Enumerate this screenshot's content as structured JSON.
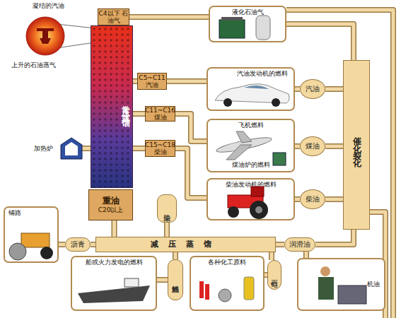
{
  "diagram": {
    "nodes": [
      {
        "text": [
          "C4以下 石油气"
        ]
      },
      {
        "text": [
          "常压蒸馏"
        ]
      },
      {
        "text": [
          "C5~C11 汽油"
        ]
      },
      {
        "text": [
          "C11~C16 煤油"
        ]
      },
      {
        "text": [
          "C15~C18 柴油"
        ]
      },
      {
        "text": [
          "加热炉"
        ]
      },
      {
        "text": [
          "重油",
          "C20以上"
        ]
      },
      {
        "text": [
          "液化石油气"
        ]
      },
      {
        "text": [
          "汽油发动机的燃料"
        ]
      },
      {
        "text": [
          "飞机燃料",
          "煤油炉的燃料"
        ]
      },
      {
        "text": [
          "柴油发动机的燃料"
        ]
      },
      {
        "text": [
          "汽油"
        ]
      },
      {
        "text": [
          "煤油"
        ]
      },
      {
        "text": [
          "柴油"
        ]
      },
      {
        "text": [
          "催化裂化"
        ]
      },
      {
        "text": [
          "柴油"
        ]
      },
      {
        "text": [
          "铺路"
        ]
      },
      {
        "text": [
          "沥青"
        ]
      },
      {
        "text": [
          "减压蒸馏"
        ]
      },
      {
        "text": [
          "润滑油"
        ]
      },
      {
        "text": [
          "船或火力发电的燃料"
        ]
      },
      {
        "text": [
          "燃料油"
        ]
      },
      {
        "text": [
          "各种化工原料"
        ]
      },
      {
        "text": [
          "石蜡"
        ]
      },
      {
        "text": [
          "机油"
        ]
      }
    ],
    "edges": [
      {
        "from": 0,
        "to": 7,
        "arrow": "none"
      },
      {
        "from": 2,
        "to": 8,
        "arrow": "none"
      },
      {
        "from": 3,
        "to": 9,
        "arrow": "none"
      },
      {
        "from": 4,
        "to": 10,
        "arrow": "none"
      },
      {
        "from": 7,
        "to": 14,
        "arrow": "none"
      },
      {
        "from": 8,
        "to": 11,
        "arrow": "none"
      },
      {
        "from": 11,
        "to": 14,
        "arrow": "none"
      },
      {
        "from": 9,
        "to": 12,
        "arrow": "none"
      },
      {
        "from": 12,
        "to": 14,
        "arrow": "none"
      },
      {
        "from": 10,
        "to": 13,
        "arrow": "none"
      },
      {
        "from": 13,
        "to": 14,
        "arrow": "none"
      },
      {
        "from": 1,
        "to": 5,
        "arrow": "none"
      },
      {
        "from": 6,
        "to": 18,
        "arrow": "none"
      },
      {
        "from": 18,
        "to": 15,
        "arrow": "none"
      },
      {
        "from": 18,
        "to": 17,
        "arrow": "none"
      },
      {
        "from": 17,
        "to": 16,
        "arrow": "none"
      },
      {
        "from": 18,
        "to": 19,
        "arrow": "none"
      },
      {
        "from": 19,
        "to": 24,
        "arrow": "none"
      },
      {
        "from": 18,
        "to": 21,
        "arrow": "none"
      },
      {
        "from": 21,
        "to": 20,
        "arrow": "none"
      },
      {
        "from": 18,
        "to": 23,
        "arrow": "none"
      },
      {
        "from": 23,
        "to": 22,
        "arrow": "none"
      },
      {
        "from": 14,
        "to": 19,
        "arrow": "none"
      },
      {
        "from": 1,
        "to": 2,
        "arrow": "none"
      },
      {
        "from": 1,
        "to": 3,
        "arrow": "none"
      },
      {
        "from": 1,
        "to": 4,
        "arrow": "none"
      }
    ],
    "labels": [
      "凝结的汽油",
      "上升的石油蒸气"
    ]
  }
}
